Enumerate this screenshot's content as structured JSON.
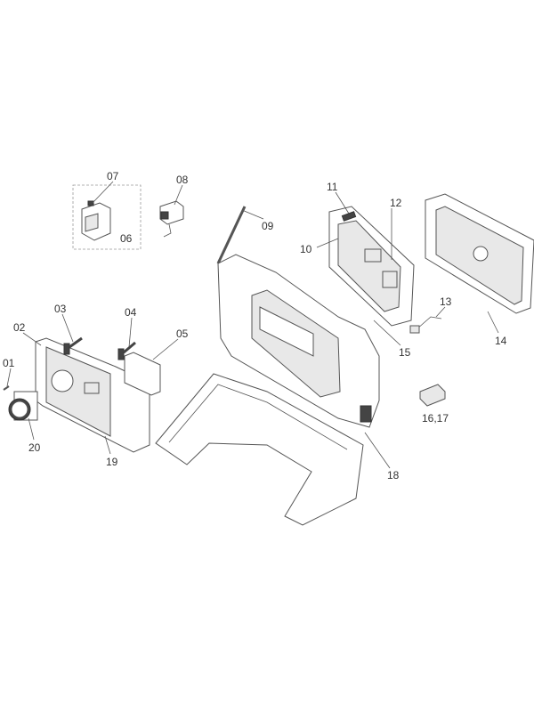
{
  "diagram": {
    "type": "exploded-parts-view",
    "labels": {
      "p01": "01",
      "p02": "02",
      "p03": "03",
      "p04": "04",
      "p05": "05",
      "p06": "06",
      "p07": "07",
      "p08": "08",
      "p09": "09",
      "p10": "10",
      "p11": "11",
      "p12": "12",
      "p13": "13",
      "p14": "14",
      "p15": "15",
      "p1617": "16,17",
      "p18": "18",
      "p19": "19",
      "p20": "20"
    }
  }
}
